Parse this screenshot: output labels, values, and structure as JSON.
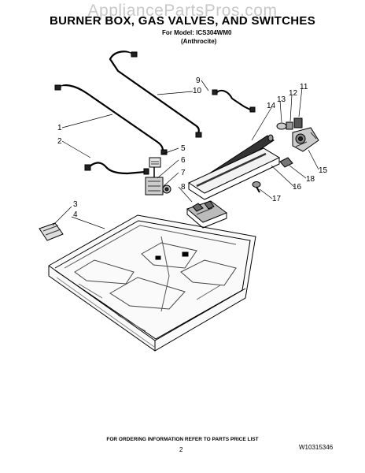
{
  "watermark": "AppliancePartsPros.com",
  "title": "BURNER BOX, GAS VALVES, AND SWITCHES",
  "model": "For Model: ICS304WM0",
  "variant": "(Anthrocite)",
  "callouts": [
    "1",
    "2",
    "3",
    "4",
    "5",
    "6",
    "7",
    "8",
    "9",
    "10",
    "11",
    "12",
    "13",
    "14",
    "15",
    "16",
    "17",
    "18"
  ],
  "footer": "FOR ORDERING INFORMATION REFER TO PARTS PRICE LIST",
  "page_number": "2",
  "document_number": "W10315346"
}
